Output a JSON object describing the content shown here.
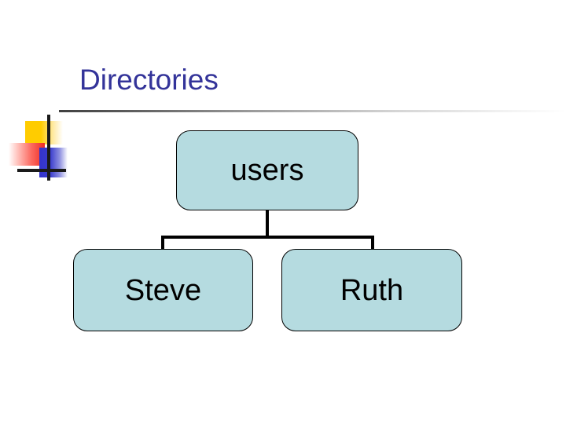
{
  "slide": {
    "title": "Directories",
    "title_color": "#333399",
    "background_color": "#ffffff"
  },
  "decoration": {
    "logo_name": "powerpoint-template-logo",
    "yellow_color": "#ffcc00",
    "red_color": "#ee2b22",
    "blue_color": "#3333cc",
    "crosshair_color": "#1a1a1a",
    "rule_color": "#404040"
  },
  "diagram": {
    "type": "tree",
    "node_fill": "#b5dbe0",
    "node_border": "#000000",
    "connector_color": "#000000",
    "root": {
      "id": "users",
      "label": "users"
    },
    "children": [
      {
        "id": "steve",
        "label": "Steve"
      },
      {
        "id": "ruth",
        "label": "Ruth"
      }
    ]
  }
}
